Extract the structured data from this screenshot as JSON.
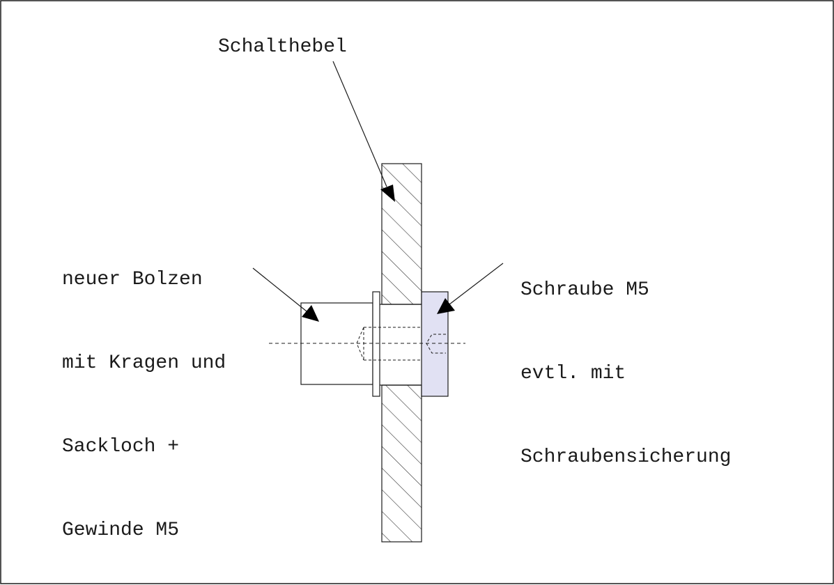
{
  "labels": {
    "lever": "Schalthebel",
    "bolt": {
      "line1": "neuer Bolzen",
      "line2": "mit Kragen und",
      "line3": "Sackloch +",
      "line4": "Gewinde M5"
    },
    "screw": {
      "line1": "Schraube M5",
      "line2": "evtl. mit",
      "line3": "Schraubensicherung"
    }
  },
  "colors": {
    "line": "#1a1a1a",
    "screw_head_fill": "#e1e1f3",
    "hatch": "#333333"
  }
}
